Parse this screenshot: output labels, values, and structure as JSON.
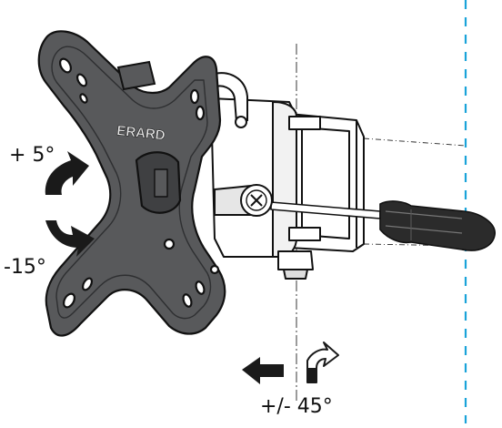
{
  "labels": {
    "tilt_up": "+ 5°",
    "tilt_down": "-15°",
    "swivel": "+/- 45°"
  },
  "brand": "ERARD",
  "colors": {
    "plate": "#58595b",
    "plate_dark": "#2e2f31",
    "outline": "#111111",
    "wall_line": "#1aa3d9",
    "arrow": "#1a1a1a",
    "bracket": "#ffffff",
    "screwdriver_handle": "#2b2b2b"
  },
  "icons": [
    "tilt-up-arrow-icon",
    "tilt-down-arrow-icon",
    "swivel-left-arrow-icon",
    "swivel-right-arrow-icon",
    "screwdriver-icon"
  ]
}
